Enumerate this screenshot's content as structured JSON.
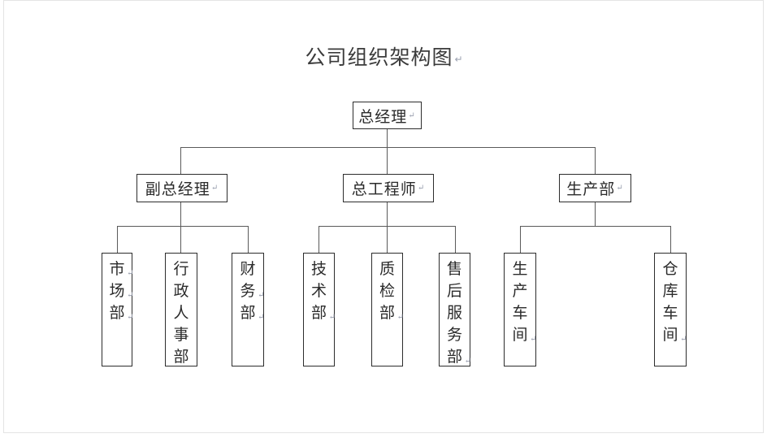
{
  "document": {
    "title": "公司组织架构图",
    "title_mark": "↵",
    "page_background": "#ffffff",
    "page_border_color": "#e4e4e4",
    "line_color": "#5a5a5a",
    "box_border_color": "#2c2c2c",
    "text_color": "#2b2b2b",
    "mark_color": "#9aa0b0"
  },
  "chart_data": {
    "type": "diagram",
    "title": "公司组织架构图",
    "diagram_kind": "organization-chart",
    "levels": 3,
    "nodes": [
      {
        "id": "n0",
        "label": "总经理",
        "level": 1,
        "orientation": "horizontal",
        "mark": "↵",
        "parent": null
      },
      {
        "id": "n1",
        "label": "副总经理",
        "level": 2,
        "orientation": "horizontal",
        "mark": "↵",
        "parent": "n0"
      },
      {
        "id": "n2",
        "label": "总工程师",
        "level": 2,
        "orientation": "horizontal",
        "mark": "↵",
        "parent": "n0"
      },
      {
        "id": "n3",
        "label": "生产部",
        "level": 2,
        "orientation": "horizontal",
        "mark": "↵",
        "parent": "n0"
      },
      {
        "id": "n4",
        "label": "市场部",
        "level": 3,
        "orientation": "vertical",
        "chars": [
          "市",
          "场",
          "部"
        ],
        "marks": [
          true,
          true,
          true
        ],
        "parent": "n1"
      },
      {
        "id": "n5",
        "label": "行政人事部",
        "level": 3,
        "orientation": "vertical",
        "chars": [
          "行",
          "政",
          "人",
          "事",
          "部"
        ],
        "marks": [
          false,
          false,
          false,
          false,
          false
        ],
        "parent": "n1"
      },
      {
        "id": "n6",
        "label": "财务部",
        "level": 3,
        "orientation": "vertical",
        "chars": [
          "财",
          "务",
          "部"
        ],
        "marks": [
          false,
          true,
          true
        ],
        "parent": "n1"
      },
      {
        "id": "n7",
        "label": "技术部",
        "level": 3,
        "orientation": "vertical",
        "chars": [
          "技",
          "术",
          "部"
        ],
        "marks": [
          false,
          false,
          true
        ],
        "parent": "n2"
      },
      {
        "id": "n8",
        "label": "质检部",
        "level": 3,
        "orientation": "vertical",
        "chars": [
          "质",
          "检",
          "部"
        ],
        "marks": [
          false,
          false,
          true
        ],
        "parent": "n2"
      },
      {
        "id": "n9",
        "label": "售后服务部",
        "level": 3,
        "orientation": "vertical",
        "chars": [
          "售",
          "后",
          "服",
          "务",
          "部"
        ],
        "marks": [
          false,
          false,
          false,
          false,
          true
        ],
        "parent": "n2"
      },
      {
        "id": "n10",
        "label": "生产车间",
        "level": 3,
        "orientation": "vertical",
        "chars": [
          "生",
          "产",
          "车",
          "间"
        ],
        "marks": [
          false,
          false,
          false,
          true
        ],
        "parent": "n3"
      },
      {
        "id": "n11",
        "label": "仓库车间",
        "level": 3,
        "orientation": "vertical",
        "chars": [
          "仓",
          "库",
          "车",
          "间"
        ],
        "marks": [
          false,
          false,
          false,
          true
        ],
        "parent": "n3"
      }
    ]
  },
  "nodes": {
    "gm": {
      "text": "总经理",
      "mark": "↵"
    },
    "deputy_gm": {
      "text": "副总经理",
      "mark": "↵"
    },
    "chief_engineer": {
      "text": "总工程师",
      "mark": "↵"
    },
    "production_dept": {
      "text": "生产部",
      "mark": "↵"
    },
    "marketing": {
      "c0": "市",
      "c1": "场",
      "c2": "部",
      "m0": "↵",
      "m1": "↵",
      "m2": "↵"
    },
    "admin_hr": {
      "c0": "行",
      "c1": "政",
      "c2": "人",
      "c3": "事",
      "c4": "部"
    },
    "finance": {
      "c0": "财",
      "c1": "务",
      "c2": "部",
      "m1": "↵",
      "m2": "↵"
    },
    "technology": {
      "c0": "技",
      "c1": "术",
      "c2": "部",
      "m2": "↵"
    },
    "quality": {
      "c0": "质",
      "c1": "检",
      "c2": "部",
      "m2": "↵"
    },
    "after_sales": {
      "c0": "售",
      "c1": "后",
      "c2": "服",
      "c3": "务",
      "c4": "部",
      "m4": "↵"
    },
    "prod_workshop": {
      "c0": "生",
      "c1": "产",
      "c2": "车",
      "c3": "间",
      "m3": "↵"
    },
    "warehouse": {
      "c0": "仓",
      "c1": "库",
      "c2": "车",
      "c3": "间",
      "m3": "↵"
    }
  }
}
